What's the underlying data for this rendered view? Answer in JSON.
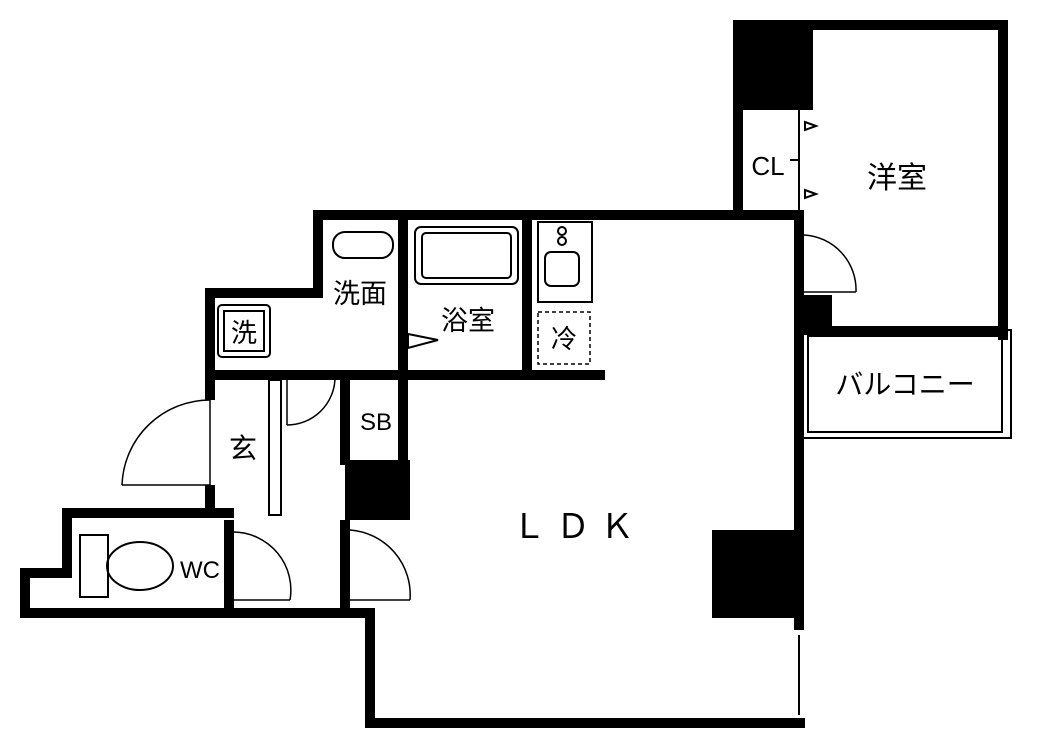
{
  "rooms": {
    "western_room": "洋室",
    "closet": "CL",
    "balcony": "バルコニー",
    "washroom": "洗面",
    "bathroom": "浴室",
    "refrigerator": "冷",
    "washer": "洗",
    "shoe_box": "SB",
    "entrance": "玄",
    "toilet": "WC",
    "ldk": "ＬＤＫ"
  }
}
